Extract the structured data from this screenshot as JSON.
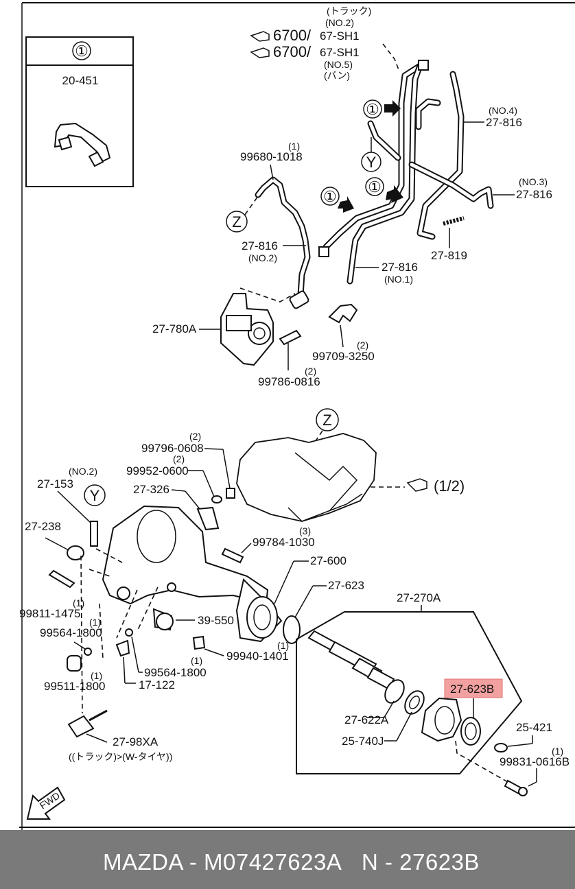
{
  "inset": {
    "circle_ref": "①",
    "part_no": "20-451"
  },
  "top_refs": {
    "truck": "(トラック)",
    "no2": "(NO.2)",
    "ref1": "6700/",
    "ref1b": "67-SH1",
    "ref2": "6700/",
    "ref2b": "67-SH1",
    "no5": "(NO.5)",
    "van": "(バン)"
  },
  "labels": {
    "p99680_qty": "(1)",
    "p99680": "99680-1018",
    "p27816_no4_tag": "(NO.4)",
    "p27816_no4": "27-816",
    "p27816_no3_tag": "(NO.3)",
    "p27816_no3": "27-816",
    "p27819": "27-819",
    "p27816_no2": "27-816",
    "p27816_no2_tag": "(NO.2)",
    "p27816_no1": "27-816",
    "p27816_no1_tag": "(NO.1)",
    "p27780A": "27-780A",
    "p99709_qty": "(2)",
    "p99709": "99709-3250",
    "p99786_qty": "(2)",
    "p99786": "99786-0816",
    "p99796_qty": "(2)",
    "p99796": "99796-0608",
    "p99952_qty": "(2)",
    "p99952": "99952-0600",
    "p27153_tag": "(NO.2)",
    "p27153": "27-153",
    "p27326": "27-326",
    "p27238": "27-238",
    "p99784": "99784-1030",
    "p99784_qty": "(3)",
    "p27600": "27-600",
    "p27623": "27-623",
    "p27270A": "27-270A",
    "p99811_qty": "(1)",
    "p99811": "99811-1475",
    "p99564a_qty": "(1)",
    "p99564a": "99564-1800",
    "p39550": "39-550",
    "p99940": "99940-1401",
    "p99940_qty": "(1)",
    "p99564b_qty": "(1)",
    "p99564b": "99564-1800",
    "p99511_qty": "(1)",
    "p99511": "99511-1800",
    "p17122": "17-122",
    "p27623B": "27-623B",
    "p27622A": "27-622A",
    "p25740J": "25-740J",
    "p25421": "25-421",
    "p99831_qty": "(1)",
    "p99831": "99831-0616B",
    "p2798XA": "27-98XA",
    "p2798XA_note": "((トラック)>(W-タイヤ))",
    "half_ref": "(1/2)",
    "fwd": "FWD"
  },
  "markers": {
    "one": "①",
    "y": "Y",
    "z": "Z"
  },
  "highlight_color": "#f2a0a0",
  "footer": {
    "left": "MAZDA - M07427623A",
    "right": "N - 27623B"
  }
}
